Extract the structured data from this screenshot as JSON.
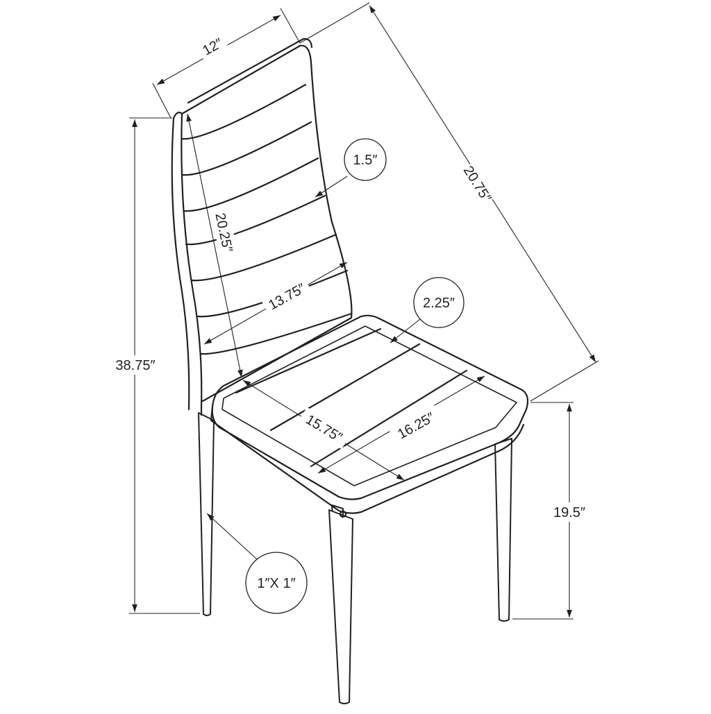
{
  "dimensions": {
    "back_width": "12″",
    "overall_depth": "20.75″",
    "overall_height": "38.75″",
    "back_height": "20.25″",
    "back_inner_width": "13.75″",
    "seat_width": "16.25″",
    "seat_depth": "15.75″",
    "seat_height": "19.5″"
  },
  "callouts": {
    "back_padding": "1.5″",
    "seat_thickness": "2.25″",
    "leg_size": "1″X 1″"
  }
}
